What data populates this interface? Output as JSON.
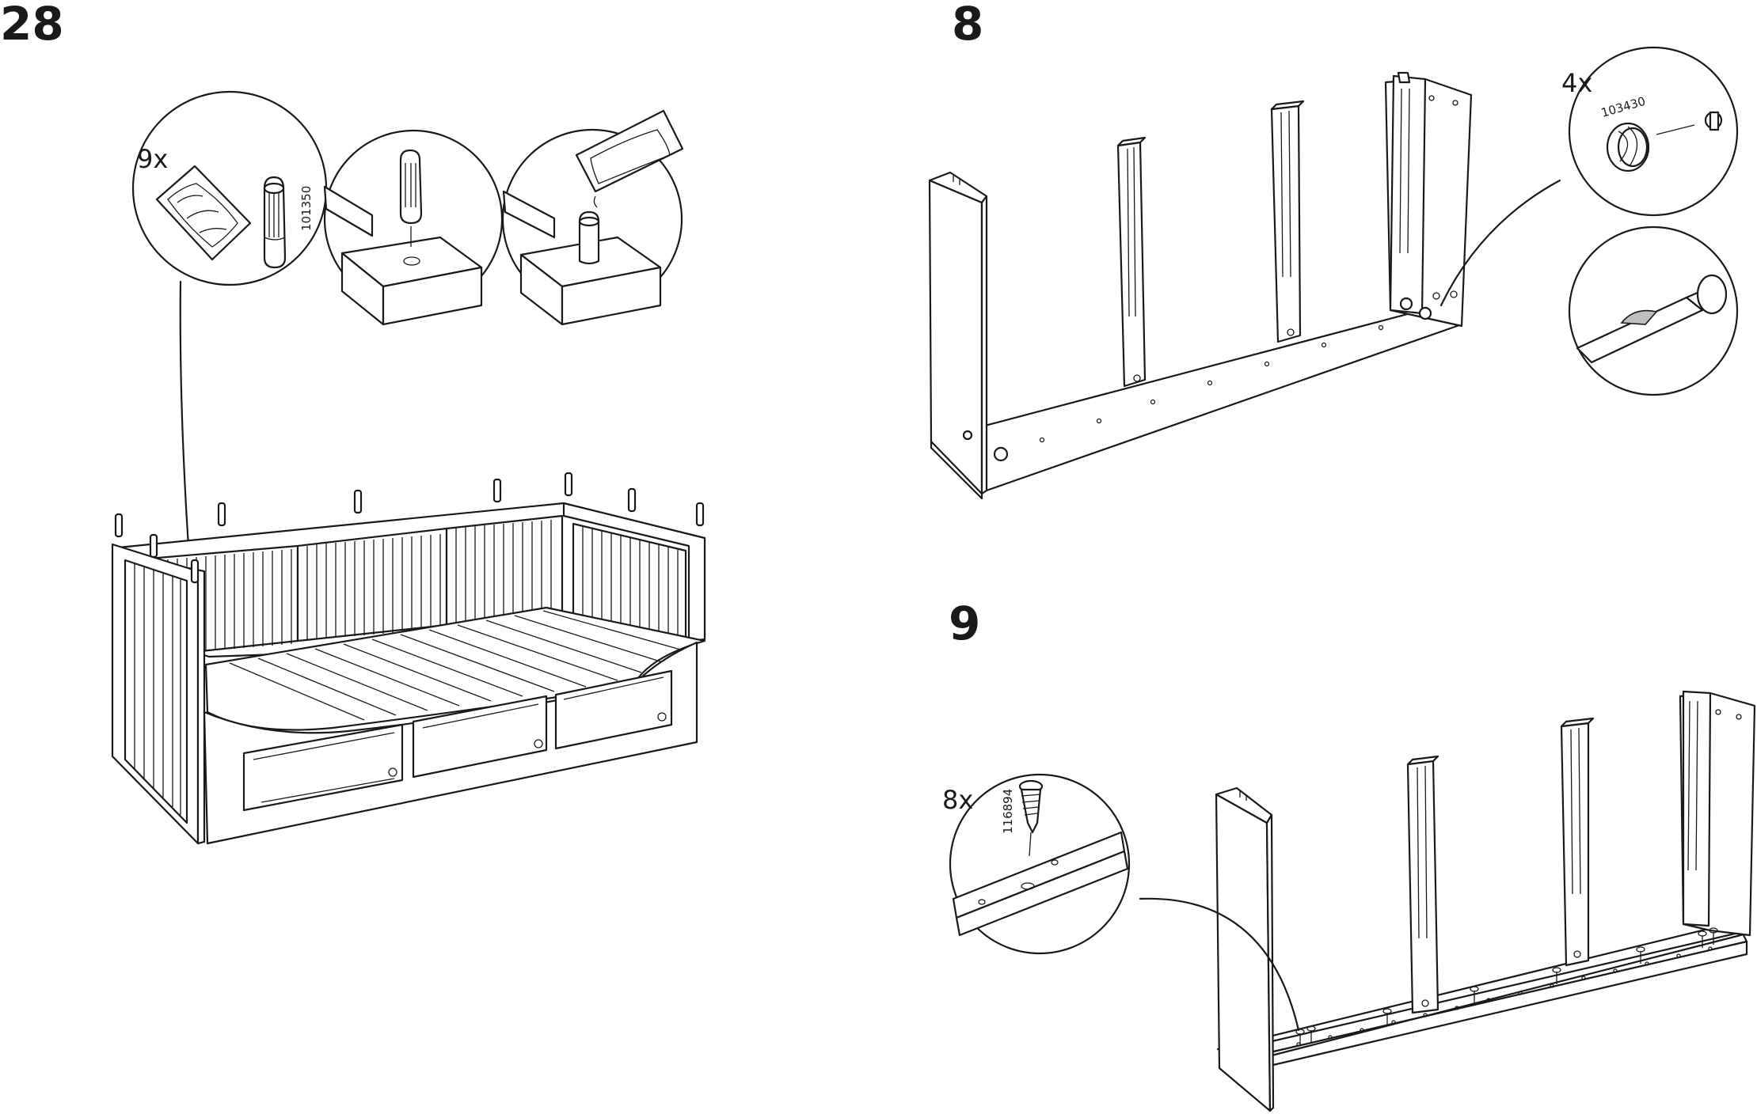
{
  "steps": {
    "step_28": {
      "number": "28",
      "quantity": "9x",
      "part_number": "101350",
      "parts": [
        "glue-packet-icon",
        "wooden-dowel-icon"
      ]
    },
    "step_8": {
      "number": "8",
      "quantity": "4x",
      "part_number": "103430",
      "parts": [
        "cam-lock-icon",
        "screwdriver-icon"
      ]
    },
    "step_9": {
      "number": "9",
      "quantity": "8x",
      "part_number": "116894",
      "parts": [
        "screw-icon"
      ]
    }
  },
  "colors": {
    "ink": "#1a1a1a",
    "paper": "#ffffff",
    "shade": "#bfbfbf"
  }
}
